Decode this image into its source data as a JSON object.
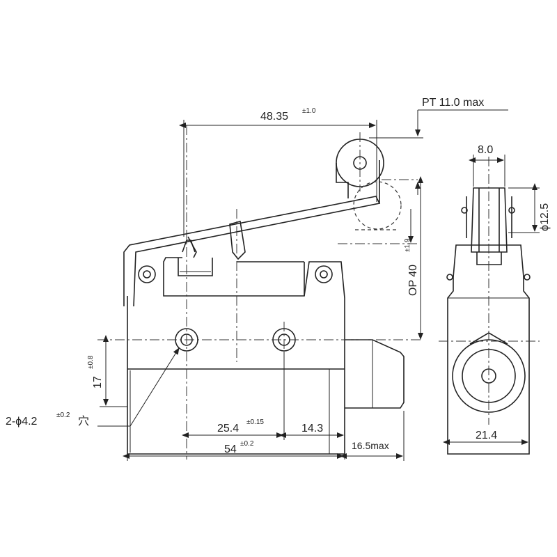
{
  "dimensions": {
    "d48": {
      "value": "48.35",
      "tol": "±1.0"
    },
    "pt": "PT 11.0 max",
    "d8": "8.0",
    "d12": "ϕ12.5",
    "op": {
      "value": "OP 40",
      "tol": "±1.9"
    },
    "d17": {
      "value": "17",
      "tol": "±0.8"
    },
    "hole": {
      "value": "2-ϕ4.2",
      "tol": "±0.2",
      "suffix": "穴"
    },
    "d25": {
      "value": "25.4",
      "tol": "±0.15"
    },
    "d14": "14.3",
    "d54": {
      "value": "54",
      "tol": "±0.2"
    },
    "d16": "16.5max",
    "d21": "21.4"
  }
}
